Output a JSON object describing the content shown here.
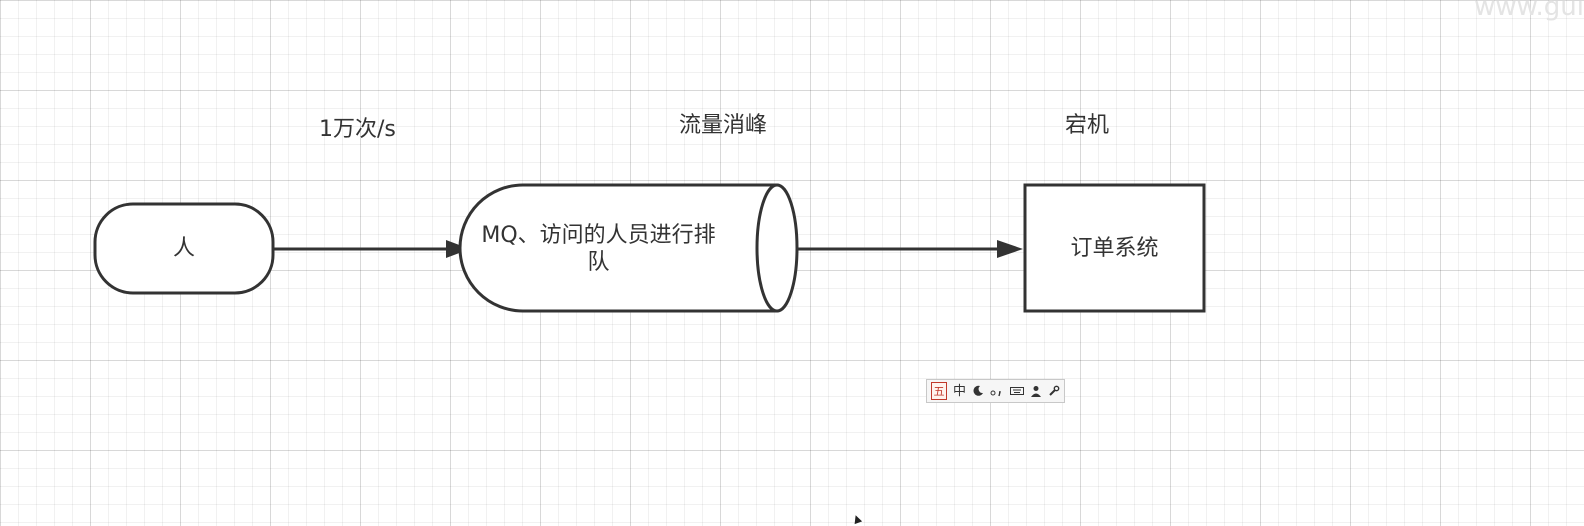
{
  "watermark": "www.gui",
  "labels": {
    "rate": "1万次/s",
    "peak_shaving": "流量消峰",
    "crash": "宕机"
  },
  "nodes": {
    "person": "人",
    "mq_line1": "MQ、访问的人员进行排",
    "mq_line2": "队",
    "order_system": "订单系统"
  },
  "ime_toolbar": {
    "logo": "五",
    "mode": "中",
    "items": [
      "moon-icon",
      "punctuation-icon",
      "keyboard-icon",
      "user-icon",
      "wrench-icon"
    ]
  },
  "colors": {
    "stroke": "#333333",
    "text": "#333333"
  }
}
